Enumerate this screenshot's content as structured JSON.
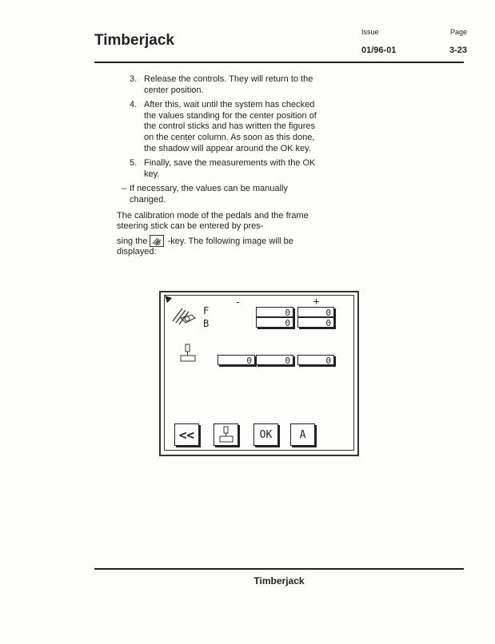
{
  "header": {
    "brand": "Timberjack",
    "issue_label": "Issue",
    "issue_value": "01/96-01",
    "page_label": "Page",
    "page_value": "3-23"
  },
  "body": {
    "steps": [
      {
        "num": "3.",
        "text": "Release the controls.  They will return to the center position."
      },
      {
        "num": "4.",
        "text": "After this, wait until the system has checked the values standing for the center position of the control sticks and has written the figures on the center column.  As soon as this done, the shadow will appear around the  OK  key."
      },
      {
        "num": "5.",
        "text": "Finally, save the measurements with the  OK  key."
      },
      {
        "num": "–",
        "text": "If necessary, the values can be manually changed."
      }
    ],
    "para1": "The calibration mode of the pedals and the frame steering stick can be entered by pres-",
    "para2_pre": "sing the",
    "para2_post": " -key.  The following image will be displayed:"
  },
  "screen": {
    "minus": "-",
    "plus": "+",
    "row_f": "F",
    "row_b": "B",
    "f_values": [
      "0",
      "0"
    ],
    "b_values": [
      "0",
      "0"
    ],
    "stick_values": [
      "0",
      "0",
      "0"
    ],
    "buttons": [
      {
        "label": "<<",
        "icon": "back-icon"
      },
      {
        "label": "",
        "icon": "joystick-icon"
      },
      {
        "label": "OK"
      },
      {
        "label": "A"
      }
    ]
  },
  "footer": {
    "brand": "Timberjack"
  }
}
